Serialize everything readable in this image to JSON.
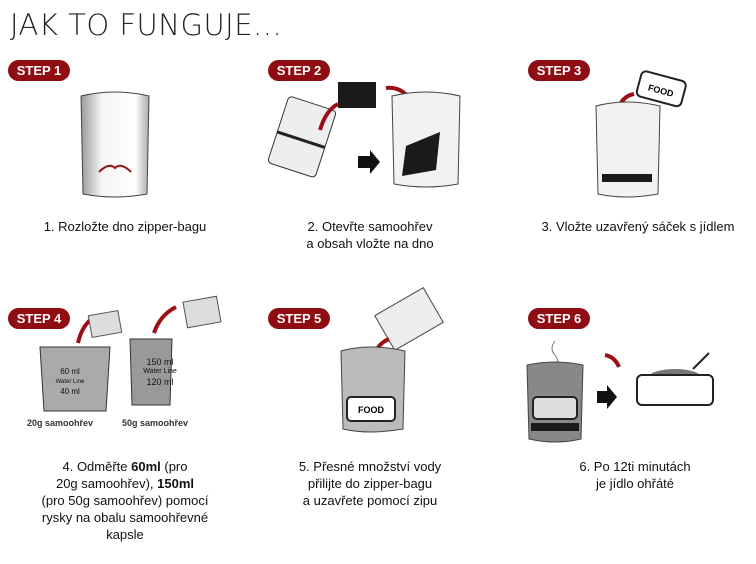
{
  "title": "JAK TO FUNGUJE...",
  "steps": [
    {
      "badge": "STEP 1",
      "caption": [
        "1. Rozložte dno zipper-bagu"
      ]
    },
    {
      "badge": "STEP 2",
      "caption": [
        "2. Otevřte samoohřev",
        "a obsah vložte na dno"
      ]
    },
    {
      "badge": "STEP 3",
      "caption": [
        "3. Vložte uzavřený sáček s jídlem"
      ]
    },
    {
      "badge": "STEP 4",
      "caption_parts": {
        "a": "4. Odměřte ",
        "b": "60ml",
        "c": " (pro",
        "d": "20g samoohřev), ",
        "e": "150ml",
        "f": "(pro 50g samoohřev) pomocí",
        "g": "rysky na obalu samoohřevné",
        "h": "kapsle"
      },
      "cups": [
        {
          "top": "60 ml",
          "mid": "Water Line",
          "bottom": "40 ml",
          "label": "20g samoohřev"
        },
        {
          "top": "150 ml",
          "mid": "Water Line",
          "bottom": "120 ml",
          "label": "50g samoohřev"
        }
      ]
    },
    {
      "badge": "STEP 5",
      "caption": [
        "5. Přesné množství vody",
        "přilijte do zipper-bagu",
        "a uzavřete pomocí zipu"
      ]
    },
    {
      "badge": "STEP 6",
      "caption": [
        "6. Po 12ti minutách",
        "je jídlo ohřáté"
      ]
    }
  ],
  "food_label": "FOOD",
  "colors": {
    "badge": "#8e0c12",
    "arrow": "#9b1016"
  }
}
